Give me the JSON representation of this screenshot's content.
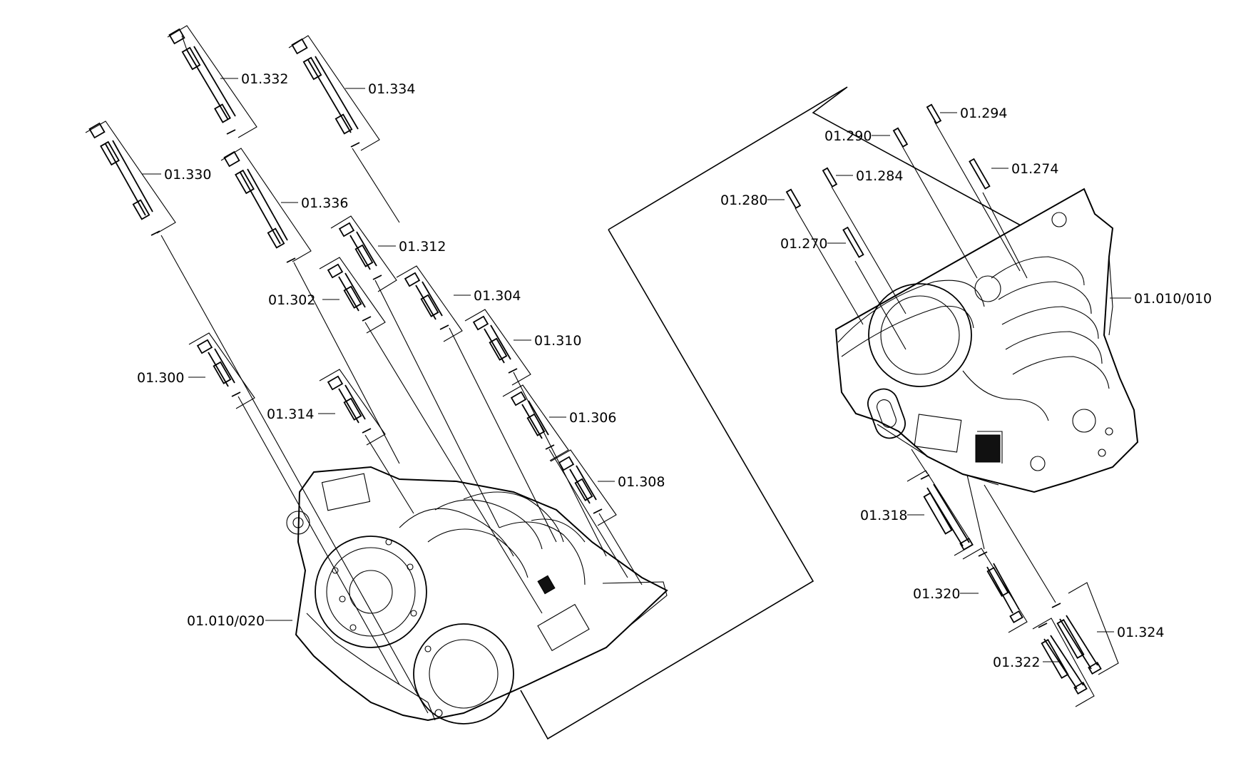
{
  "diagram": {
    "callouts": [
      {
        "id": "01.332"
      },
      {
        "id": "01.334"
      },
      {
        "id": "01.330"
      },
      {
        "id": "01.336"
      },
      {
        "id": "01.312"
      },
      {
        "id": "01.302"
      },
      {
        "id": "01.304"
      },
      {
        "id": "01.310"
      },
      {
        "id": "01.300"
      },
      {
        "id": "01.314"
      },
      {
        "id": "01.306"
      },
      {
        "id": "01.308"
      },
      {
        "id": "01.010/020"
      },
      {
        "id": "01.294"
      },
      {
        "id": "01.290"
      },
      {
        "id": "01.274"
      },
      {
        "id": "01.284"
      },
      {
        "id": "01.280"
      },
      {
        "id": "01.270"
      },
      {
        "id": "01.010/010"
      },
      {
        "id": "01.318"
      },
      {
        "id": "01.320"
      },
      {
        "id": "01.324"
      },
      {
        "id": "01.322"
      }
    ]
  }
}
